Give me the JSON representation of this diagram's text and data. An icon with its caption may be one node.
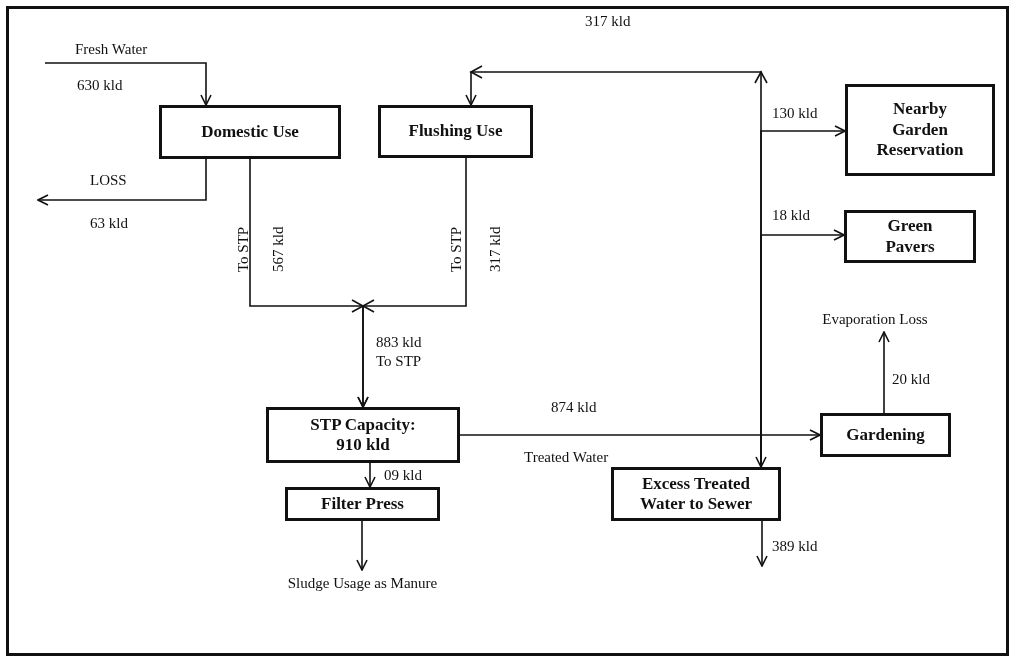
{
  "diagram": {
    "nodes": [
      {
        "text": [
          "Domestic Use"
        ]
      },
      {
        "text": [
          "Flushing Use"
        ]
      },
      {
        "text": [
          "Nearby Garden Reservation"
        ]
      },
      {
        "text": [
          "Green Pavers"
        ]
      },
      {
        "text": [
          "Evaporation Loss"
        ]
      },
      {
        "text": [
          "STP Capacity: 910 kld"
        ]
      },
      {
        "text": [
          "Gardening"
        ]
      },
      {
        "text": [
          "Filter Press"
        ]
      },
      {
        "text": [
          "Excess Treated Water to Sewer"
        ]
      },
      {
        "text": [
          "Sludge Usage as Manure"
        ]
      }
    ],
    "edges": [
      {
        "from": null,
        "to": 0,
        "arrow": "to",
        "label": "630 kld"
      },
      {
        "from": 0,
        "to": null,
        "arrow": "to",
        "label": "63 kld"
      },
      {
        "from": 0,
        "to": 5,
        "arrow": "to",
        "label": "567 kld"
      },
      {
        "from": 1,
        "to": 5,
        "arrow": "to",
        "label": "317 kld"
      },
      {
        "from": 8,
        "to": 1,
        "arrow": "both",
        "label": "317 kld"
      },
      {
        "from": 8,
        "to": 2,
        "arrow": "to",
        "label": "130 kld"
      },
      {
        "from": 8,
        "to": 3,
        "arrow": "to",
        "label": "18 kld"
      },
      {
        "from": 5,
        "to": 6,
        "arrow": "to",
        "label": "874 kld"
      },
      {
        "from": 6,
        "to": 4,
        "arrow": "to",
        "label": "20 kld"
      },
      {
        "from": 5,
        "to": 7,
        "arrow": "to",
        "label": "09 kld"
      },
      {
        "from": 7,
        "to": 9,
        "arrow": "to"
      },
      {
        "from": 8,
        "to": null,
        "arrow": "to",
        "label": "389 kld"
      }
    ],
    "labels": [
      "Fresh Water",
      "LOSS",
      "To STP",
      "To STP",
      "883 kld To STP",
      "Treated Water"
    ]
  }
}
